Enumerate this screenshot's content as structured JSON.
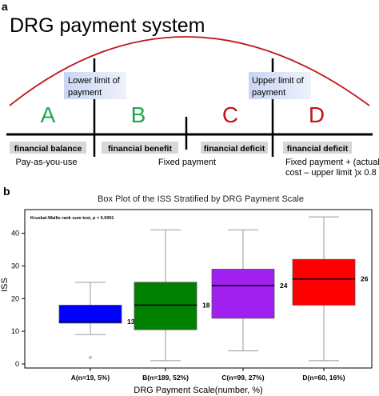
{
  "panel_a": {
    "panel_letter": "a",
    "title": "DRG payment system",
    "lower_limit_label": [
      "Lower limit of",
      "payment"
    ],
    "upper_limit_label": [
      "Upper limit of",
      "payment"
    ],
    "segments": [
      {
        "letter": "A",
        "color": "#1fa84b",
        "box_label": "financial balance",
        "desc": [
          "Pay-as-you-use"
        ]
      },
      {
        "letter": "B",
        "color": "#1fa84b",
        "box_label": "financial benefit",
        "desc": []
      },
      {
        "letter": "C",
        "color": "#c0161b",
        "box_label": "financial deficit",
        "desc": []
      },
      {
        "letter": "D",
        "color": "#c0161b",
        "box_label": "financial deficit",
        "desc": [
          "Fixed payment + (actual",
          "cost – upper limit )x 0.8"
        ]
      }
    ],
    "fixed_payment_label": "Fixed payment"
  },
  "panel_b": {
    "panel_letter": "b"
  },
  "chart_data": {
    "type": "box",
    "title": "Box Plot of the ISS Stratified by DRG Payment Scale",
    "xlabel": "DRG Payment Scale(number, %)",
    "ylabel": "ISS",
    "ylim": [
      0,
      46
    ],
    "yticks": [
      0,
      10,
      20,
      30,
      40
    ],
    "annotation": "Kruskal-Wallis rank sum test, p < 0.0001",
    "categories": [
      "A(n=19, 5%)",
      "B(n=189, 52%)",
      "C(n=99, 27%)",
      "D(n=60, 16%)"
    ],
    "boxes": [
      {
        "category": "A(n=19, 5%)",
        "whisker_low": 9,
        "q1": 12.5,
        "median": 13,
        "q3": 18,
        "whisker_high": 25,
        "outliers": [
          2
        ],
        "median_label": "13",
        "color": "#0000ff"
      },
      {
        "category": "B(n=189, 52%)",
        "whisker_low": 1,
        "q1": 10.5,
        "median": 18,
        "q3": 25,
        "whisker_high": 41,
        "outliers": [],
        "median_label": "18",
        "color": "#008000"
      },
      {
        "category": "C(n=99, 27%)",
        "whisker_low": 4,
        "q1": 14,
        "median": 24,
        "q3": 29,
        "whisker_high": 41,
        "outliers": [],
        "median_label": "24",
        "color": "#a020f0"
      },
      {
        "category": "D(n=60, 16%)",
        "whisker_low": 1,
        "q1": 18,
        "median": 26,
        "q3": 32,
        "whisker_high": 45,
        "outliers": [],
        "median_label": "26",
        "color": "#ff0000"
      }
    ]
  }
}
